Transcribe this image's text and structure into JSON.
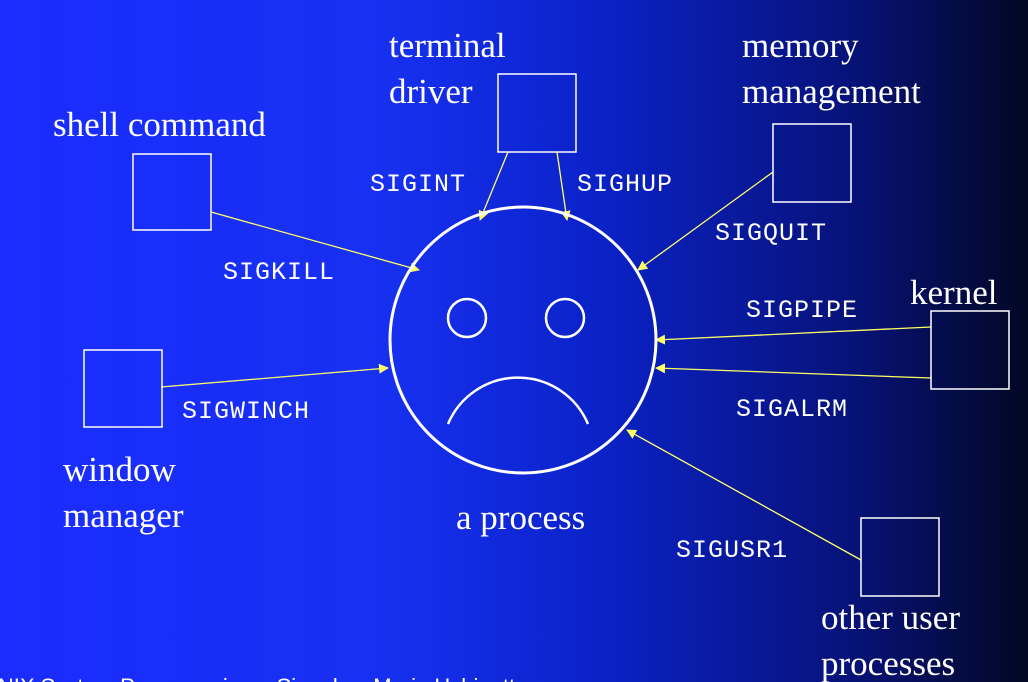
{
  "diagram": {
    "center_label": "a process",
    "sources": {
      "shell_command": "shell command",
      "terminal_driver": [
        "terminal",
        "driver"
      ],
      "memory_management": [
        "memory",
        "management"
      ],
      "kernel": "kernel",
      "other_user_processes": [
        "other user",
        "processes"
      ],
      "window_manager": [
        "window",
        "manager"
      ]
    },
    "signals": {
      "sigkill": "SIGKILL",
      "sigint": "SIGINT",
      "sighup": "SIGHUP",
      "sigquit": "SIGQUIT",
      "sigpipe": "SIGPIPE",
      "sigalrm": "SIGALRM",
      "sigusr1": "SIGUSR1",
      "sigwinch": "SIGWINCH"
    },
    "colors": {
      "stroke": "#ffffff",
      "arrow": "#ffff66",
      "background_left": "#1a2cff",
      "background_right": "#020724"
    }
  },
  "footer": "UNIX System Programming – Signals – Maria Hybinette"
}
